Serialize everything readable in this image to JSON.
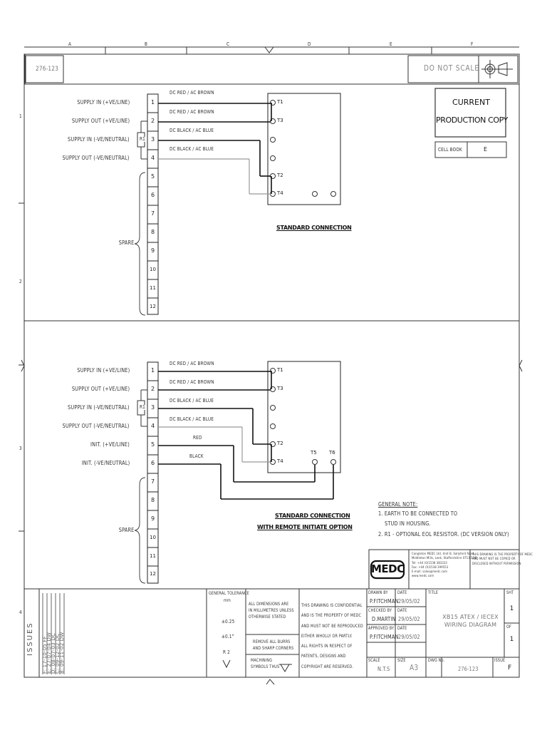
{
  "frame": {
    "column_letters": [
      "A",
      "B",
      "C",
      "D",
      "E",
      "F"
    ],
    "row_numbers": [
      "1",
      "2",
      "3",
      "4"
    ]
  },
  "header": {
    "drawing_number_top": "276-123",
    "do_not_scale": "DO NOT SCALE",
    "stamp_line1": "CURRENT",
    "stamp_line2": "PRODUCTION COPY",
    "cell_book_label": "CELL BOOK",
    "cell_book_value": "E"
  },
  "diagram1": {
    "supply_labels": [
      "SUPPLY IN (+VE/LINE)",
      "SUPPLY OUT (+VE/LINE)",
      "SUPPLY IN (-VE/NEUTRAL)",
      "SUPPLY OUT (-VE/NEUTRAL)"
    ],
    "terminal_numbers": [
      "1",
      "2",
      "3",
      "4",
      "5",
      "6",
      "7",
      "8",
      "9",
      "10",
      "11",
      "12"
    ],
    "wire_labels": [
      "DC RED / AC BROWN",
      "DC RED / AC BROWN",
      "DC BLACK / AC BLUE",
      "DC BLACK / AC BLUE"
    ],
    "resistor_label": "R1",
    "spare_label": "SPARE",
    "device_terminals": [
      "T1",
      "T3",
      "T2",
      "T4"
    ],
    "caption": "STANDARD CONNECTION"
  },
  "diagram2": {
    "supply_labels": [
      "SUPPLY IN (+VE/LINE)",
      "SUPPLY OUT (+VE/LINE)",
      "SUPPLY IN (-VE/NEUTRAL)",
      "SUPPLY OUT (-VE/NEUTRAL)",
      "INIT. (+VE/LINE)",
      "INIT. (-VE/NEUTRAL)"
    ],
    "terminal_numbers": [
      "1",
      "2",
      "3",
      "4",
      "5",
      "6",
      "7",
      "8",
      "9",
      "10",
      "11",
      "12"
    ],
    "wire_labels": [
      "DC RED / AC BROWN",
      "DC RED / AC BROWN",
      "DC BLACK / AC BLUE",
      "DC BLACK / AC BLUE",
      "RED",
      "BLACK"
    ],
    "resistor_label": "R1",
    "spare_label": "SPARE",
    "device_terminals": [
      "T1",
      "T3",
      "T2",
      "T4",
      "T5",
      "T6"
    ],
    "caption_line1": "STANDARD CONNECTION",
    "caption_line2": "WITH REMOTE INITIATE OPTION"
  },
  "notes": {
    "heading": "GENERAL NOTE:",
    "line1": "1. EARTH TO BE CONNECTED TO",
    "line2": "STUD IN HOUSING.",
    "line3": "2. R1 - OPTIONAL EOL RESISTOR. (DC VERSION ONLY)"
  },
  "title_block": {
    "logo": "MEDC",
    "company_address": [
      "Congleton MEDC Ltd, Unit B, Sallyford Road,",
      "Middleton Mills, Leek, Staffordshire ST13 5QB",
      "Tel: +44 (0)1538 383333",
      "Fax: +44 (0)1538 399553",
      "E-mail: sales@medc.com",
      "www.medc.com"
    ],
    "confidential_short": [
      "THIS DRAWING IS THE PROPERTY OF MEDC",
      "AND MUST NOT BE COPIED OR",
      "DISCLOSED WITHOUT PERMISSION."
    ],
    "issues_label": "ISSUES",
    "issue_history": [
      "F: 17-10-05 FF",
      "E: 27-07-04 DW",
      "D: 08-07-03 DC",
      "C: 09-12-02 DC",
      "B: 09-11-02 DW"
    ],
    "tolerance_heading": "GENERAL TOLERANCE",
    "tolerance_unit": "mm",
    "tolerances": [
      "±0.25",
      "±0.1°",
      "R 2"
    ],
    "dims_note": [
      "ALL DIMENSIONS ARE",
      "IN MILLIMETRES UNLESS",
      "OTHERWISE STATED"
    ],
    "burrs_note": [
      "REMOVE ALL BURRS",
      "AND SHARP CORNERS"
    ],
    "machining_note": [
      "MACHINING",
      "SYMBOLS THUS"
    ],
    "confidential": [
      "THIS DRAWING IS CONFIDENTIAL",
      "AND IS THE PROPERTY OF MEDC",
      "AND MUST NOT BE REPRODUCED",
      "EITHER WHOLLY OR PARTLY.",
      "ALL RIGHTS IN RESPECT OF",
      "PATENTS, DESIGNS AND",
      "COPYRIGHT ARE RESERVED."
    ],
    "drawn_by_label": "DRAWN BY",
    "drawn_by": "P.FITCHMAN",
    "checked_by_label": "CHECKED BY",
    "checked_by": "D.MARTIN",
    "approved_by_label": "APPROVED BY",
    "approved_by": "P.FITCHMAN",
    "date_label": "DATE",
    "date1": "29/05/02",
    "date2": "29/05/02",
    "date3": "29/05/02",
    "title_label": "TITLE",
    "title_line1": "XB15 ATEX / IECEX",
    "title_line2": "WIRING DIAGRAM",
    "sheet_label": "SHT",
    "sheet_no": "1",
    "of_label": "OF",
    "sheet_total": "1",
    "scale_label": "SCALE",
    "scale_value": "N.T.S",
    "size_label": "SIZE",
    "size_value": "A3",
    "dwg_label": "DWG No.",
    "dwg_value": "276-123",
    "issue_label": "ISSUE",
    "issue_value": "F"
  }
}
